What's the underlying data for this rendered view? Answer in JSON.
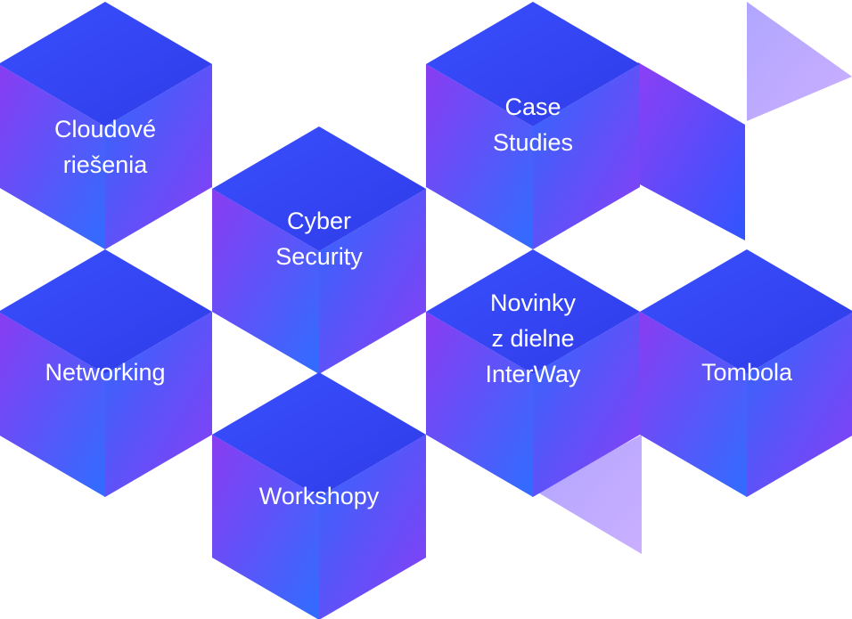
{
  "cubes": [
    {
      "id": "cloud",
      "lines": [
        "Cloudové",
        "riešenia"
      ]
    },
    {
      "id": "cyber",
      "lines": [
        "Cyber",
        "Security"
      ]
    },
    {
      "id": "case-studies",
      "lines": [
        "Case",
        "Studies"
      ]
    },
    {
      "id": "networking",
      "lines": [
        "Networking"
      ]
    },
    {
      "id": "news",
      "lines": [
        "Novinky",
        "z dielne",
        "InterWay"
      ]
    },
    {
      "id": "tombola",
      "lines": [
        "Tombola"
      ]
    },
    {
      "id": "workshops",
      "lines": [
        "Workshopy"
      ]
    }
  ],
  "colors": {
    "blue": "#2f5cff",
    "indigo": "#3a3df0",
    "violet": "#8a3cf2",
    "light_violet": "#b9a6ff",
    "label": "#ffffff"
  }
}
